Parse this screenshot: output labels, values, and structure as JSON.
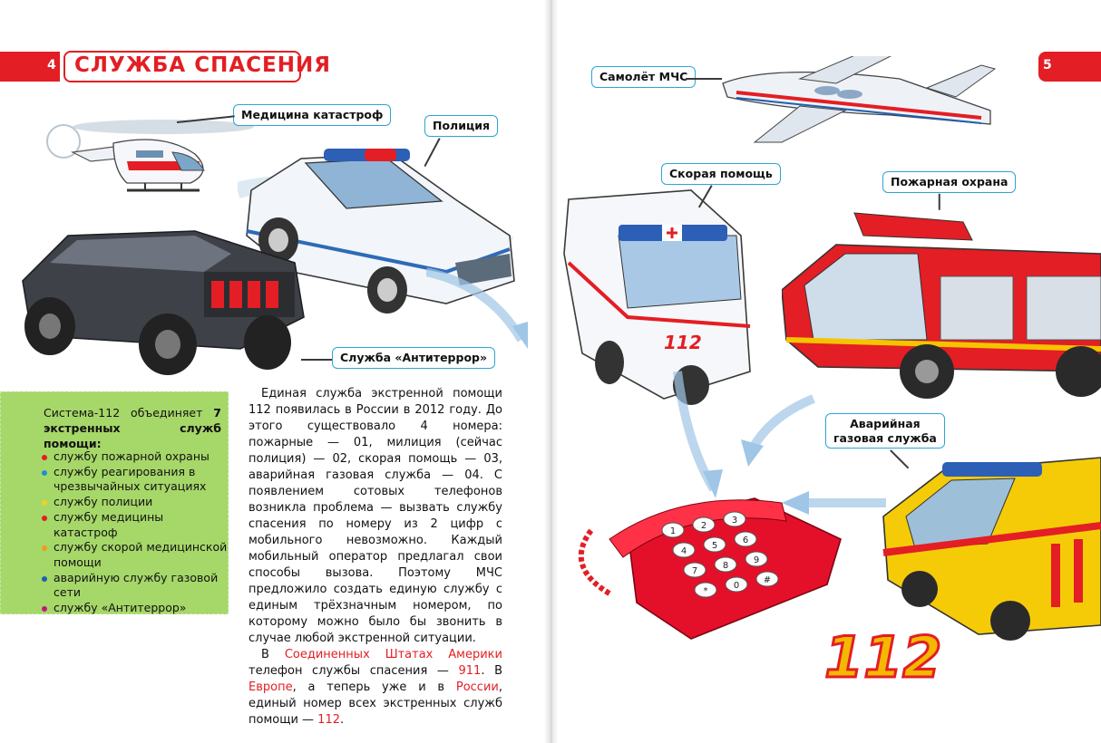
{
  "header": {
    "left_page_number": "4",
    "title": "СЛУЖБА СПАСЕНИЯ",
    "right_page_number": "5"
  },
  "labels": {
    "medicine": "Медицина катастроф",
    "police": "Полиция",
    "antiterror": "Служба «Антитеррор»",
    "aircraft": "Самолёт МЧС",
    "ambulance": "Скорая помощь",
    "fire": "Пожарная охрана",
    "gas_line1": "Аварийная",
    "gas_line2": "газовая служба"
  },
  "sidebar": {
    "intro_normal": "Система-112 объединяет",
    "intro_bold": "7 экстренных служб помощи:",
    "items": [
      {
        "text": "службу пожарной охраны",
        "color": "#e31e24"
      },
      {
        "text": "службу реагирования в чрезвычайных ситуациях",
        "color": "#1f8fd1"
      },
      {
        "text": "службу полиции",
        "color": "#f2d21b"
      },
      {
        "text": "службу медицины катастроф",
        "color": "#e31e24"
      },
      {
        "text": "службу скорой медицинской помощи",
        "color": "#f39a1e"
      },
      {
        "text": "аварийную службу газовой сети",
        "color": "#1f5fb0"
      },
      {
        "text": "службу «Антитеррор»",
        "color": "#c2187a"
      }
    ]
  },
  "body": {
    "p1": "Единая служба экстренной помощи 112 появилась в России в 2012 году. До этого существовало 4 номера: пожарные — 01, милиция (сейчас полиция) — 02, скорая помощь — 03, аварийная газовая служба — 04. С появлением сотовых телефонов возникла проблема — вызвать службу спасения по номеру из 2 цифр с мобильного невозможно. Каждый мобильный оператор предлагал свои способы вызова. Поэтому МЧС предложило создать единую службу с единым трёхзначным номером, по которому можно было бы звонить в случае любой экстренной ситуации.",
    "p2_a": "В ",
    "p2_usa": "Соединенных Штатах Америки",
    "p2_b": " телефон службы спасения — ",
    "p2_911": "911",
    "p2_c": ". В ",
    "p2_europe": "Европе",
    "p2_d": ", а теперь уже и в ",
    "p2_russia": "России",
    "p2_e": ", единый номер всех экстренных служб помощи — ",
    "p2_112": "112",
    "p2_f": "."
  },
  "illustrations": {
    "ambulance_number": "112",
    "big_number": "112",
    "phone_keys": [
      "1",
      "2",
      "3",
      "4",
      "5",
      "6",
      "7",
      "8",
      "9",
      "*",
      "0",
      "#"
    ]
  },
  "colors": {
    "accent_red": "#e31e24",
    "label_border": "#2aa6d6",
    "sidebar_green": "#a6d769"
  }
}
